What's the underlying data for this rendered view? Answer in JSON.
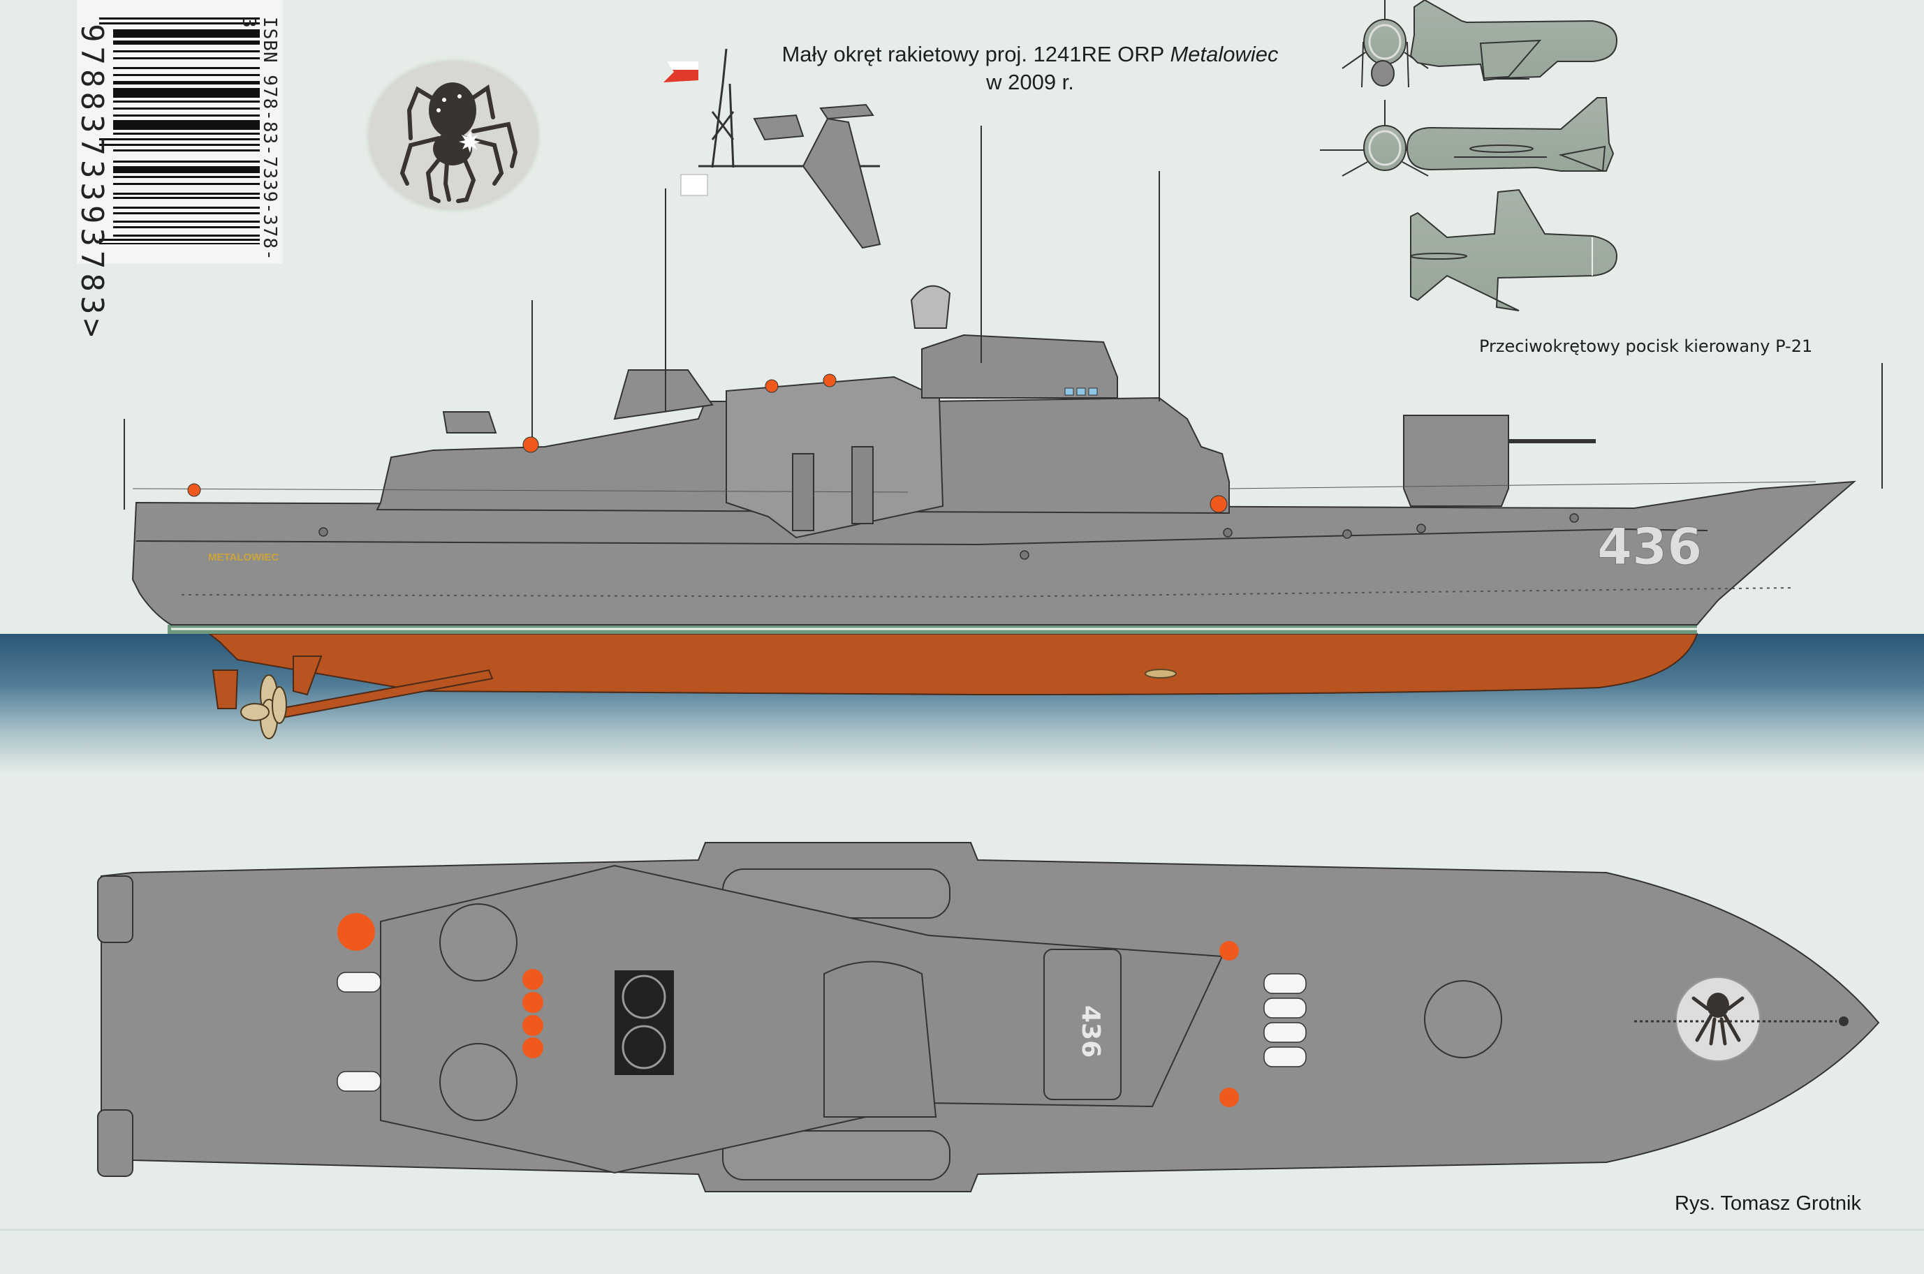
{
  "title": {
    "line1_prefix": "Mały okręt rakietowy proj. 1241RE ORP",
    "line1_ship": "Metalowiec",
    "line2": "w 2009 r."
  },
  "barcode": {
    "isbn_label": "ISBN 978-83-7339-378-3",
    "digits": "9788373393783>"
  },
  "missile": {
    "caption": "Przeciwokrętowy pocisk kierowany P-21",
    "views": [
      "front-view-top",
      "front-view-bottom",
      "side-view",
      "top-view",
      "bottom-view"
    ]
  },
  "ship": {
    "hull_name": "METALOWIEC",
    "pennant_number": "436",
    "deck_number": "436",
    "colors": {
      "hull_grey": "#8e8e8e",
      "antifouling": "#b9531f",
      "boot_topping": "#6f9a7e",
      "water_top": "#2d5878",
      "water_bottom": "#e6ede8",
      "background": "#e6ede8",
      "buoy_orange": "#ef5a1c",
      "propeller": "#d8c49a"
    },
    "views": [
      "side-profile",
      "top-plan"
    ]
  },
  "emblem": {
    "name": "spider-emblem"
  },
  "credit": "Rys. Tomasz Grotnik"
}
